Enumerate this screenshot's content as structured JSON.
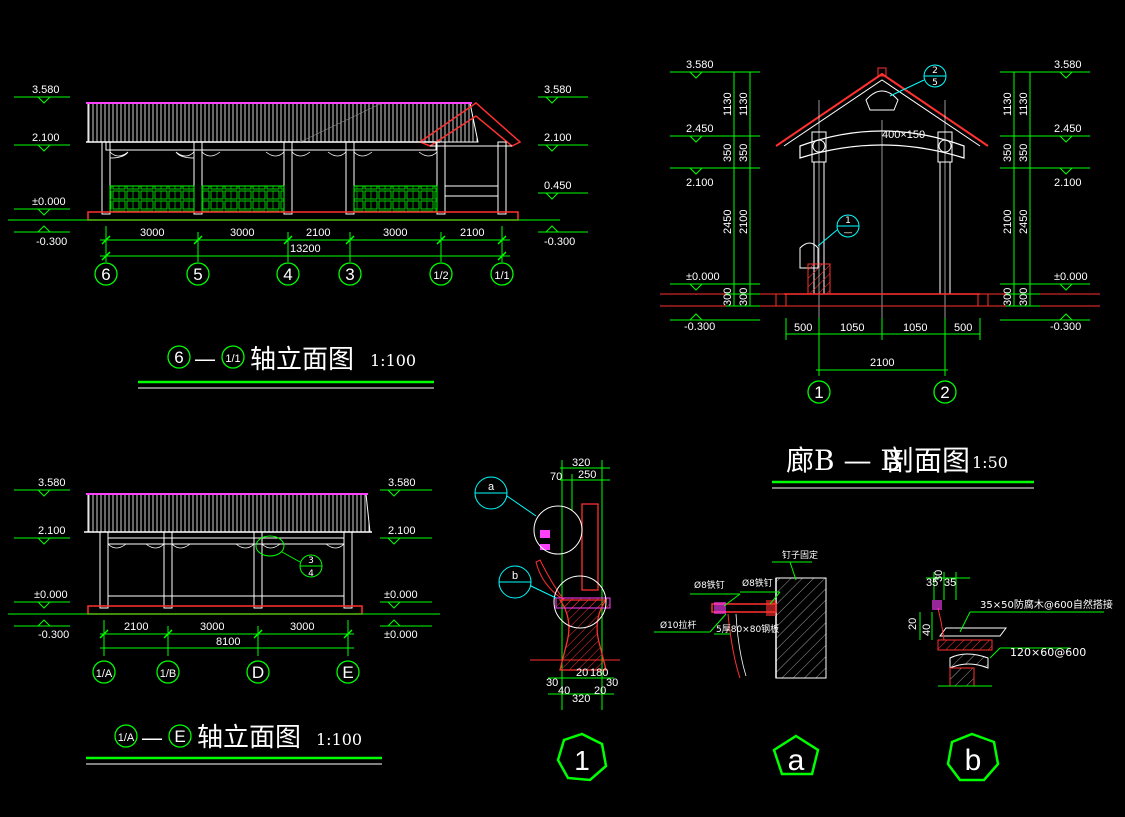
{
  "colors": {
    "background": "#000000",
    "dim": "#00ff00",
    "outline": "#ffffff",
    "section": "#ff2020",
    "tile": "#ff40ff",
    "cyan": "#00ffff"
  },
  "drawing1": {
    "title_grid_start": "6",
    "title_dash": "—",
    "title_grid_end": "1/1",
    "title_text": "轴立面图",
    "title_scale": "1:100",
    "levels_left": [
      "3.580",
      "2.100",
      "±0.000",
      "-0.300"
    ],
    "levels_right": [
      "3.580",
      "2.100",
      "0.450",
      "-0.300"
    ],
    "bays": [
      "3000",
      "3000",
      "2100",
      "3000",
      "2100"
    ],
    "total": "13200",
    "axes": [
      "6",
      "5",
      "4",
      "3",
      "1/2",
      "1/1"
    ]
  },
  "drawing2": {
    "title_prefix": "廊",
    "title_cut": "B — B",
    "title_text": "剖面图",
    "title_scale": "1:50",
    "levels_left": [
      "3.580",
      "2.450",
      "2.100",
      "±0.000",
      "-0.300"
    ],
    "levels_right": [
      "3.580",
      "2.450",
      "2.100",
      "±0.000",
      "-0.300"
    ],
    "vdims_left": [
      "1130",
      "350",
      "2450",
      "300"
    ],
    "vdims_left_inner": [
      "1130",
      "350",
      "2100",
      "300"
    ],
    "vdims_right": [
      "1130",
      "350",
      "2450",
      "300"
    ],
    "vdims_right_inner": [
      "1130",
      "350",
      "2100",
      "300"
    ],
    "bays": [
      "500",
      "1050",
      "1050",
      "500"
    ],
    "total": "2100",
    "beam": "400×150",
    "callout_top_num": "2",
    "callout_top_den": "5",
    "callout_mid_num": "1",
    "callout_mid_den": "—",
    "axes": [
      "1",
      "2"
    ]
  },
  "drawing3": {
    "title_grid_start": "1/A",
    "title_dash": "—",
    "title_grid_end": "E",
    "title_text": "轴立面图",
    "title_scale": "1:100",
    "levels_left": [
      "3.580",
      "2.100",
      "±0.000",
      "-0.300"
    ],
    "levels_right": [
      "3.580",
      "2.100",
      "±0.000",
      "±0.000"
    ],
    "bays": [
      "2100",
      "3000",
      "3000"
    ],
    "total": "8100",
    "callout_num": "3",
    "callout_den": "4",
    "axes": [
      "1/A",
      "1/B",
      "D",
      "E"
    ]
  },
  "detail1": {
    "dims_top": [
      "320",
      "70",
      "250"
    ],
    "dims_bottom": [
      "20",
      "180",
      "30",
      "40",
      "320",
      "20",
      "30"
    ],
    "callout_a": "a",
    "callout_b": "b",
    "label": "1"
  },
  "detail_a": {
    "notes": [
      "钉子固定",
      "Ø8铁钉",
      "Ø8铁钉",
      "Ø10拉杆",
      "5厚80×80钢板"
    ],
    "label": "a"
  },
  "detail_b": {
    "dims": [
      "30",
      "35",
      "35",
      "20",
      "40"
    ],
    "notes": [
      "35×50防腐木@600自然搭接",
      "120×60@600"
    ],
    "label": "b"
  }
}
